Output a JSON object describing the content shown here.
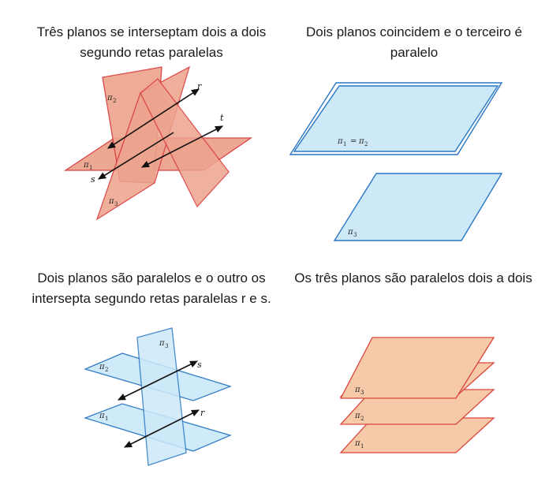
{
  "captions": {
    "fig1": "Três planos se interseptam dois a dois segundo retas paralelas",
    "fig2": "Dois planos coincidem e o terceiro é paralelo",
    "fig3": "Dois planos são paralelos e o outro os intersepta segundo retas paralelas r e s.",
    "fig4": "Os três planos são paralelos dois a dois"
  },
  "labels": {
    "pi": "π",
    "sub1": "1",
    "sub2": "2",
    "sub3": "3",
    "eq": "=",
    "r": "r",
    "s": "s",
    "t": "t"
  },
  "colors": {
    "red_fill": "#eda48e",
    "red_stroke": "#d83a3c",
    "blue_fill": "#cde9f8",
    "blue_stroke": "#2a77c4",
    "orange_fill": "#f6c9a8",
    "orange_stroke": "#d9453c",
    "line_color": "#111111"
  }
}
